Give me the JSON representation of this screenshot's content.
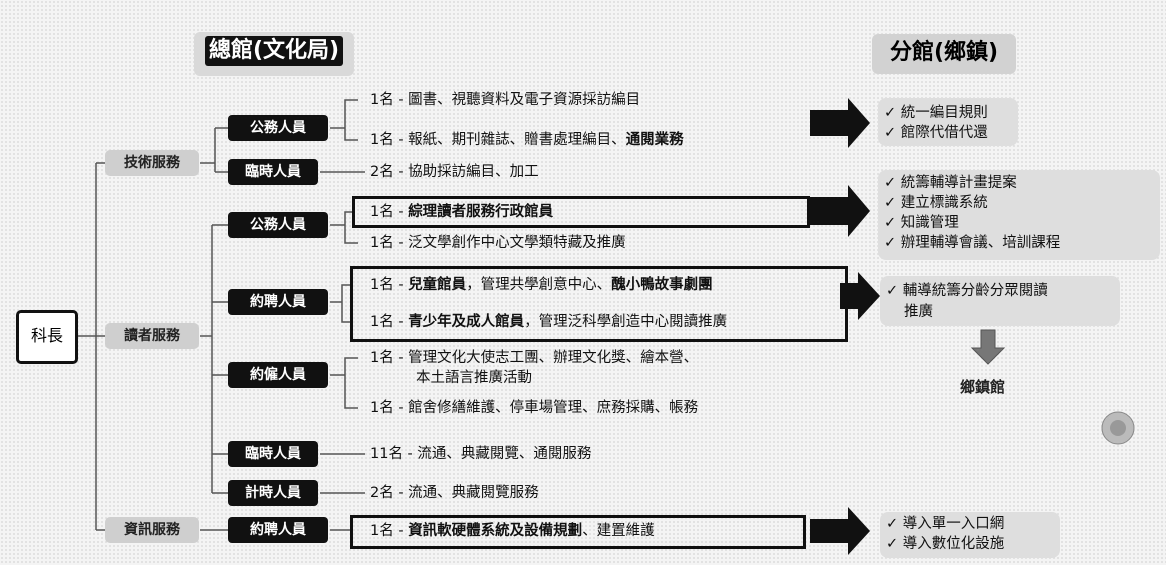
{
  "headers": {
    "main": "總館(文化局)",
    "branch": "分館(鄉鎮)"
  },
  "root": "科長",
  "categories": {
    "tech": "技術服務",
    "reader": "讀者服務",
    "info": "資訊服務"
  },
  "roles": {
    "tech_civil": "公務人員",
    "tech_temp": "臨時人員",
    "reader_civil": "公務人員",
    "reader_contract": "約聘人員",
    "reader_hired": "約僱人員",
    "reader_temp": "臨時人員",
    "reader_hourly": "計時人員",
    "info_contract": "約聘人員"
  },
  "duties": {
    "d1": "1名 - 圖書、視聽資料及電子資源採訪編目",
    "d2_plain": "1名 - 報紙、期刊雜誌、贈書處理編目、",
    "d2_bold": "通閱業務",
    "d3": "2名 - 協助採訪編目、加工",
    "d4_plain": "1名 - ",
    "d4_bold": "綜理讀者服務行政館員",
    "d5": "1名 - 泛文學創作中心文學類特藏及推廣",
    "d6_plain": "1名 - ",
    "d6_bold": "兒童館員",
    "d6_mid": "，管理共學創意中心、",
    "d6_bold2": "醜小鴨故事劇團",
    "d7_plain": "1名 - ",
    "d7_bold": "青少年及成人館員",
    "d7_rest": "，管理泛科學創造中心閱讀推廣",
    "d8_line1": "1名 - 管理文化大使志工團、辦理文化獎、繪本營、",
    "d8_line2": "本土語言推廣活動",
    "d9": "1名 - 館舍修繕維護、停車場管理、庶務採購、帳務",
    "d10": "11名 - 流通、典藏閱覽、通閱服務",
    "d11": "2名 - 流通、典藏閱覽服務",
    "d12_plain": "1名 - ",
    "d12_bold": "資訊軟硬體系統及設備規劃",
    "d12_rest": "、建置維護"
  },
  "branch_checks": {
    "g1": [
      "✓ 統一編目規則",
      "✓ 館際代借代還"
    ],
    "g2": [
      "✓ 統籌輔導計畫提案",
      "✓ 建立標識系統",
      "✓ 知識管理",
      "✓ 辦理輔導會議、培訓課程"
    ],
    "g3": [
      "✓ 輔導統籌分齡分眾閱讀",
      "推廣"
    ],
    "g4": [
      "✓ 導入單一入口網",
      "✓ 導入數位化設施"
    ]
  },
  "town_library": "鄉鎮館",
  "colors": {
    "dark": "#111111",
    "category_bg": "#cfcfcf",
    "panel_bg": "#dedede"
  }
}
